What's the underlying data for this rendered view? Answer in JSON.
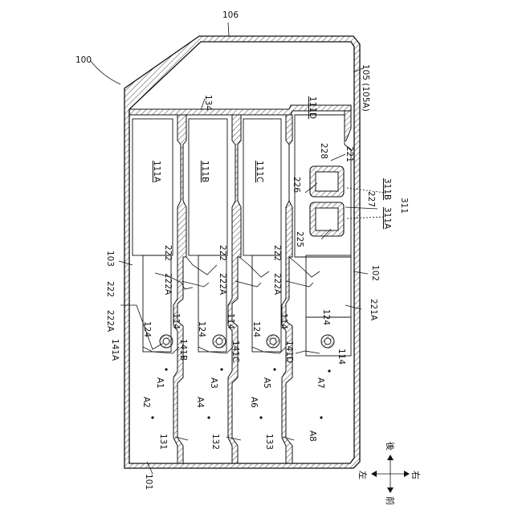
{
  "figure": {
    "ref_100": "100",
    "ref_101": "101",
    "ref_102": "102",
    "ref_103": "103",
    "ref_105": "105 (105A)",
    "ref_106": "106",
    "ref_131": "131",
    "ref_132": "132",
    "ref_133": "133",
    "ref_134": "134",
    "ref_221": "221",
    "ref_221A": "221A",
    "ref_225": "225",
    "ref_226": "226",
    "ref_227": "227",
    "ref_228": "228",
    "ref_311": "311",
    "ref_311A": "311A",
    "ref_311B": "311B",
    "ref_222": "222",
    "ref_222A": "222A",
    "ref_124": "124",
    "ref_114": "114",
    "ref_141A": "141A",
    "ref_141B": "141B",
    "ref_141C": "141C",
    "ref_141D": "141D",
    "ref_111A": "111A",
    "ref_111B": "111B",
    "ref_111C": "111C",
    "ref_111D": "111D",
    "area_labels": [
      "A1",
      "A2",
      "A3",
      "A4",
      "A5",
      "A6",
      "A7",
      "A8"
    ]
  },
  "orientation": {
    "front": "前",
    "rear": "後",
    "left": "左",
    "right": "右"
  }
}
